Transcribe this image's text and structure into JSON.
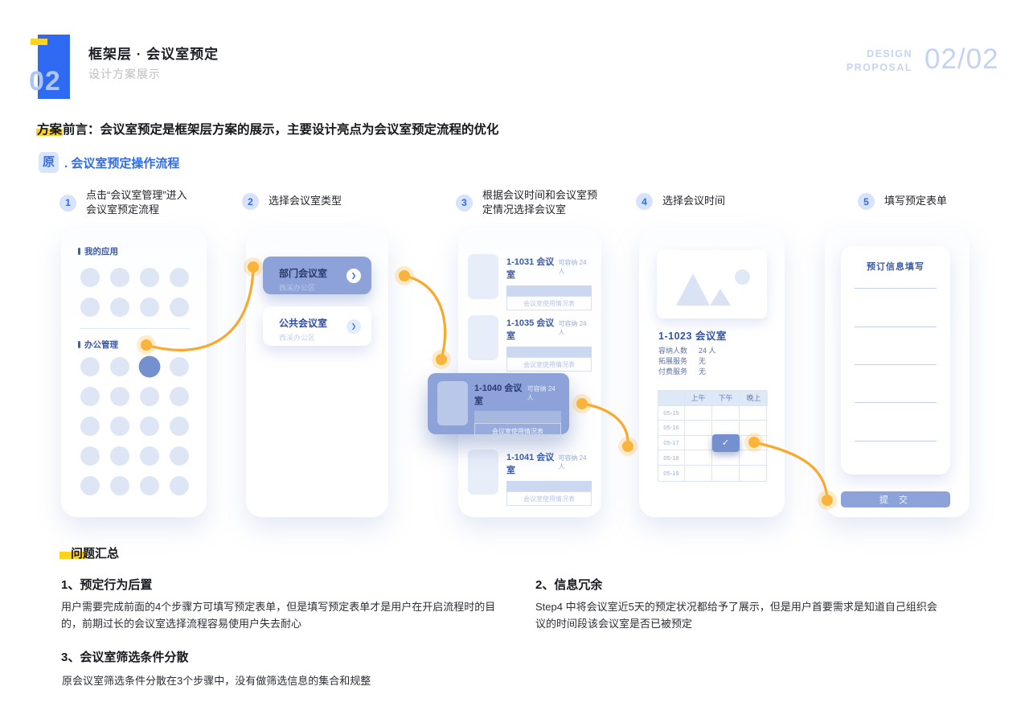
{
  "header": {
    "badge_number": "02",
    "title": "框架层 · 会议室预定",
    "subtitle": "设计方案展示",
    "design_label": "DESIGN\nPROPOSAL",
    "page_indicator": "02/02"
  },
  "intro": {
    "highlight": "方案",
    "rest": "前言：会议室预定是框架层方案的展示，主要设计亮点为会议室预定流程的优化"
  },
  "section": {
    "tag": "原",
    "title": ". 会议室预定操作流程"
  },
  "steps": [
    {
      "num": "1",
      "label": "点击“会议室管理”进入\n会议室预定流程"
    },
    {
      "num": "2",
      "label": "选择会议室类型"
    },
    {
      "num": "3",
      "label": "根据会议时间和会议室预\n定情况选择会议室"
    },
    {
      "num": "4",
      "label": "选择会议时间"
    },
    {
      "num": "5",
      "label": "填写预定表单"
    }
  ],
  "phone1": {
    "section1": "我的应用",
    "section2": "办公管理"
  },
  "phone2": {
    "card1": {
      "title": "部门会议室",
      "subtitle": "西溪办公区"
    },
    "card2": {
      "title": "公共会议室",
      "subtitle": "西溪办公区"
    }
  },
  "phone3": {
    "rooms": [
      {
        "name": "1-1031 会议室",
        "capacity": "可容纳 24 人",
        "link": "会议室使用情况表"
      },
      {
        "name": "1-1035 会议室",
        "capacity": "可容纳 24 人",
        "link": "会议室使用情况表"
      },
      {
        "name": "1-1041 会议室",
        "capacity": "可容纳 24 人",
        "link": "会议室使用情况表"
      }
    ],
    "popup": {
      "name": "1-1040 会议室",
      "capacity": "可容纳 24 人",
      "button": "会议室使用情况表"
    }
  },
  "phone4": {
    "room_title": "1-1023 会议室",
    "specs": [
      {
        "label": "容纳人数",
        "value": "24 人"
      },
      {
        "label": "拓展服务",
        "value": "无"
      },
      {
        "label": "付费服务",
        "value": "无"
      }
    ],
    "schedule": {
      "columns": [
        "上午",
        "下午",
        "晚上"
      ],
      "rows": [
        "05-15",
        "05-16",
        "05-17",
        "05-18",
        "05-19"
      ],
      "selected": {
        "row": "05-17",
        "column": "下午"
      }
    }
  },
  "phone5": {
    "form_title": "预订信息填写",
    "submit_label": "提 交"
  },
  "problems": {
    "heading": "问题汇总",
    "items": [
      {
        "title": "1、预定行为后置",
        "body": "用户需要完成前面的4个步骤方可填写预定表单，但是填写预定表单才是用户在开启流程时的目的，前期过长的会议室选择流程容易使用户失去耐心"
      },
      {
        "title": "2、信息冗余",
        "body": "Step4 中将会议室近5天的预定状况都给予了展示，但是用户首要需求是知道自己组织会议的时间段该会议室是否已被预定"
      },
      {
        "title": "3、会议室筛选条件分散",
        "body": "原会议室筛选条件分散在3个步骤中，没有做筛选信息的集合和规整"
      }
    ]
  },
  "icons": {
    "check": "✓",
    "chevron_right": "❯"
  },
  "colors": {
    "accent_blue": "#2E6BF2",
    "card_blue": "#8CA2D8",
    "selected_blue": "#7590CF",
    "highlight_yellow": "#FFD21E",
    "connector_orange": "#F8A92C"
  }
}
